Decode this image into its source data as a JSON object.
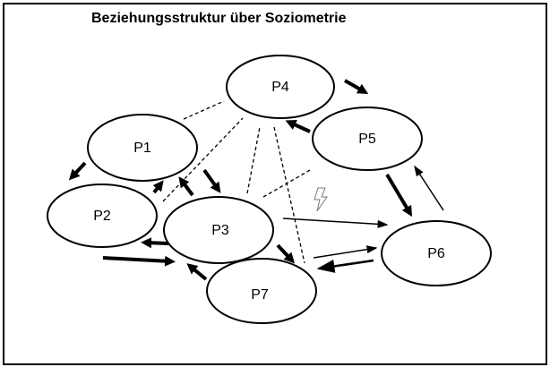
{
  "title": "Beziehungsstruktur über Soziometrie",
  "nodes": {
    "p1": "P1",
    "p2": "P2",
    "p3": "P3",
    "p4": "P4",
    "p5": "P5",
    "p6": "P6",
    "p7": "P7"
  },
  "icons": {
    "conflict": "lightning-icon"
  },
  "colors": {
    "line": "#000000",
    "lightning": "#777777"
  }
}
